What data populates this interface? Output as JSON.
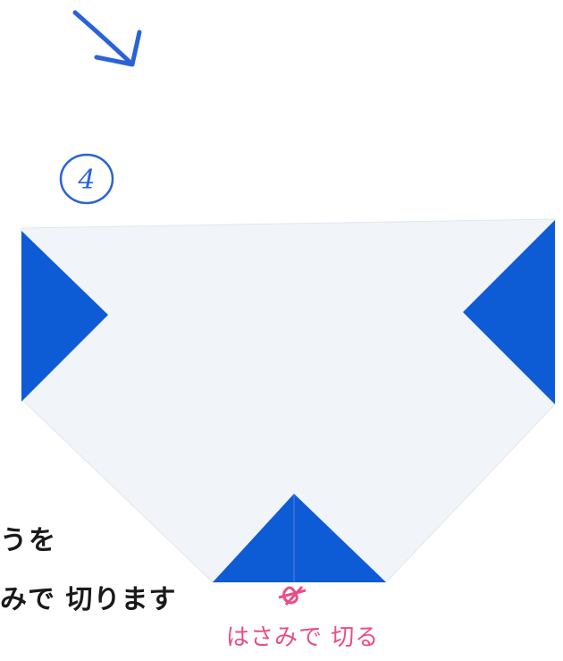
{
  "step": {
    "number": "4"
  },
  "notes": {
    "black_line_1": "うを",
    "black_line_2": "みで 切ります",
    "pink_label": "はさみで 切る"
  },
  "icons": {
    "arrow": "arrow-down-right-icon",
    "scissors_mark": "cut-mark-icon"
  },
  "colors": {
    "paper": "#f1f4f8",
    "blue": "#0e5bd6",
    "stroke_blue": "#2a63d8",
    "pink": "#ea4d86",
    "ink": "#1a1a1a"
  }
}
